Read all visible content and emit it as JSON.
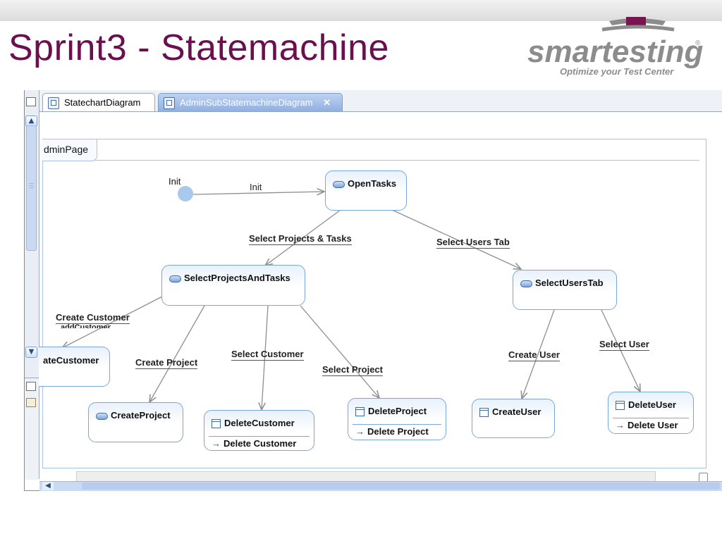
{
  "slide": {
    "title": "Sprint3 - Statemachine",
    "logo": {
      "brand": "smartesting",
      "registered": "®",
      "tagline": "Optimize your Test Center",
      "colors": {
        "text": "#8c8c8c",
        "accent": "#7a1450"
      }
    }
  },
  "editor": {
    "tabs": [
      {
        "label": "StatechartDiagram",
        "active": false,
        "icon": "diagram-icon"
      },
      {
        "label": "AdminSubStatemachineDiagram",
        "active": true,
        "icon": "diagram-icon",
        "close": "✕"
      }
    ],
    "statemachine_name": "dminPage"
  },
  "diagram": {
    "initial": {
      "label": "Init"
    },
    "states": {
      "open_tasks": {
        "name": "OpenTasks"
      },
      "select_projects_and_tasks": {
        "name": "SelectProjectsAndTasks"
      },
      "select_users_tab": {
        "name": "SelectUsersTab"
      },
      "create_customer": {
        "name": "ateCustomer"
      },
      "create_project": {
        "name": "CreateProject"
      },
      "delete_customer": {
        "name": "DeleteCustomer",
        "action": "Delete Customer"
      },
      "delete_project": {
        "name": "DeleteProject",
        "action": "Delete Project"
      },
      "create_user": {
        "name": "CreateUser"
      },
      "delete_user": {
        "name": "DeleteUser",
        "action": "Delete User"
      }
    },
    "transitions": {
      "init": "Init",
      "select_projects_tasks": "Select Projects & Tasks",
      "select_users_tab": "Select Users Tab",
      "create_customer": "Create Customer",
      "create_customer_sub": "addCustomer",
      "create_project": "Create Project",
      "select_customer": "Select Customer",
      "select_project": "Select Project",
      "create_user": "Create User",
      "select_user": "Select User"
    }
  },
  "colors": {
    "title": "#6b0f4f",
    "state_border": "#7aa7db",
    "state_fill": "#e8f1fc",
    "edge": "#8e8e8e",
    "initial": "#a8c8ee"
  }
}
